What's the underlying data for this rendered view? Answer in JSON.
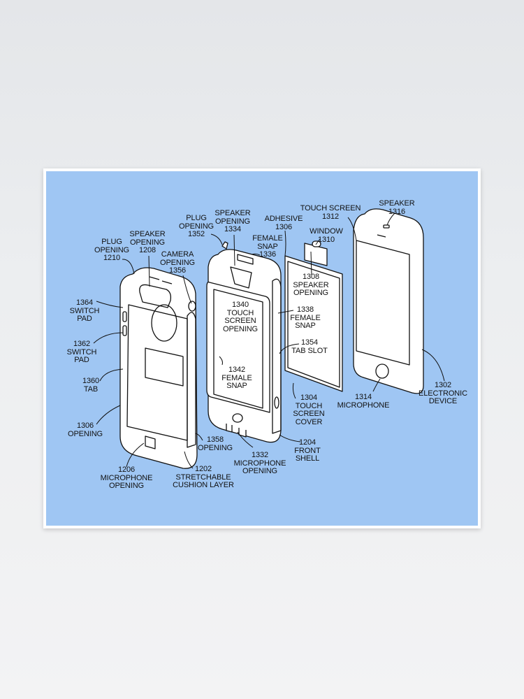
{
  "colors": {
    "background": "#9fc6f3",
    "line": "#111111",
    "part_fill": "#ffffff"
  },
  "labels": {
    "plug_opening_1210": "PLUG\nOPENING\n1210",
    "speaker_opening_1208": "SPEAKER\nOPENING\n1208",
    "camera_opening_1356": "CAMERA\nOPENING\n1356",
    "plug_opening_1352": "PLUG\nOPENING\n1352",
    "speaker_opening_1334": "SPEAKER\nOPENING\n1334",
    "female_snap_1336": "FEMALE\nSNAP\n1336",
    "adhesive_1306": "ADHESIVE\n1306",
    "touch_screen_1312": "TOUCH SCREEN\n1312",
    "speaker_1316": "SPEAKER\n1316",
    "window_1310": "WINDOW\n1310",
    "speaker_opening_1308": "1308\nSPEAKER\nOPENING",
    "touch_screen_opening_1340": "1340\nTOUCH\nSCREEN\nOPENING",
    "female_snap_1338": "1338\nFEMALE\nSNAP",
    "tab_slot_1354": "1354\nTAB SLOT",
    "female_snap_1342": "1342\nFEMALE\nSNAP",
    "switch_pad_1364": "1364\nSWITCH\nPAD",
    "switch_pad_1362": "1362\nSWITCH\nPAD",
    "tab_1360": "1360\nTAB",
    "opening_1306": "1306\nOPENING",
    "opening_1358": "1358\nOPENING",
    "microphone_opening_1332": "1332\nMICROPHONE\nOPENING",
    "front_shell_1204": "1204\nFRONT\nSHELL",
    "touch_screen_cover_1304": "1304\nTOUCH\nSCREEN\nCOVER",
    "microphone_1314": "1314\nMICROPHONE",
    "electronic_device_1302": "1302\nELECTRONIC\nDEVICE",
    "microphone_opening_1206": "1206\nMICROPHONE\nOPENING",
    "stretchable_cushion_layer_1202": "1202\nSTRETCHABLE\nCUSHION LAYER"
  }
}
